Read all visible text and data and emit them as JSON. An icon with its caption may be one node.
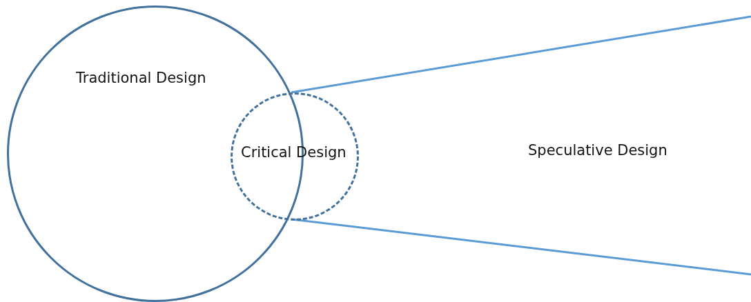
{
  "diagram": {
    "nodes": [
      {
        "text": [
          "Traditional Design"
        ]
      },
      {
        "text": [
          "Critical Design"
        ]
      },
      {
        "text": [
          "Speculative Design"
        ]
      }
    ]
  }
}
